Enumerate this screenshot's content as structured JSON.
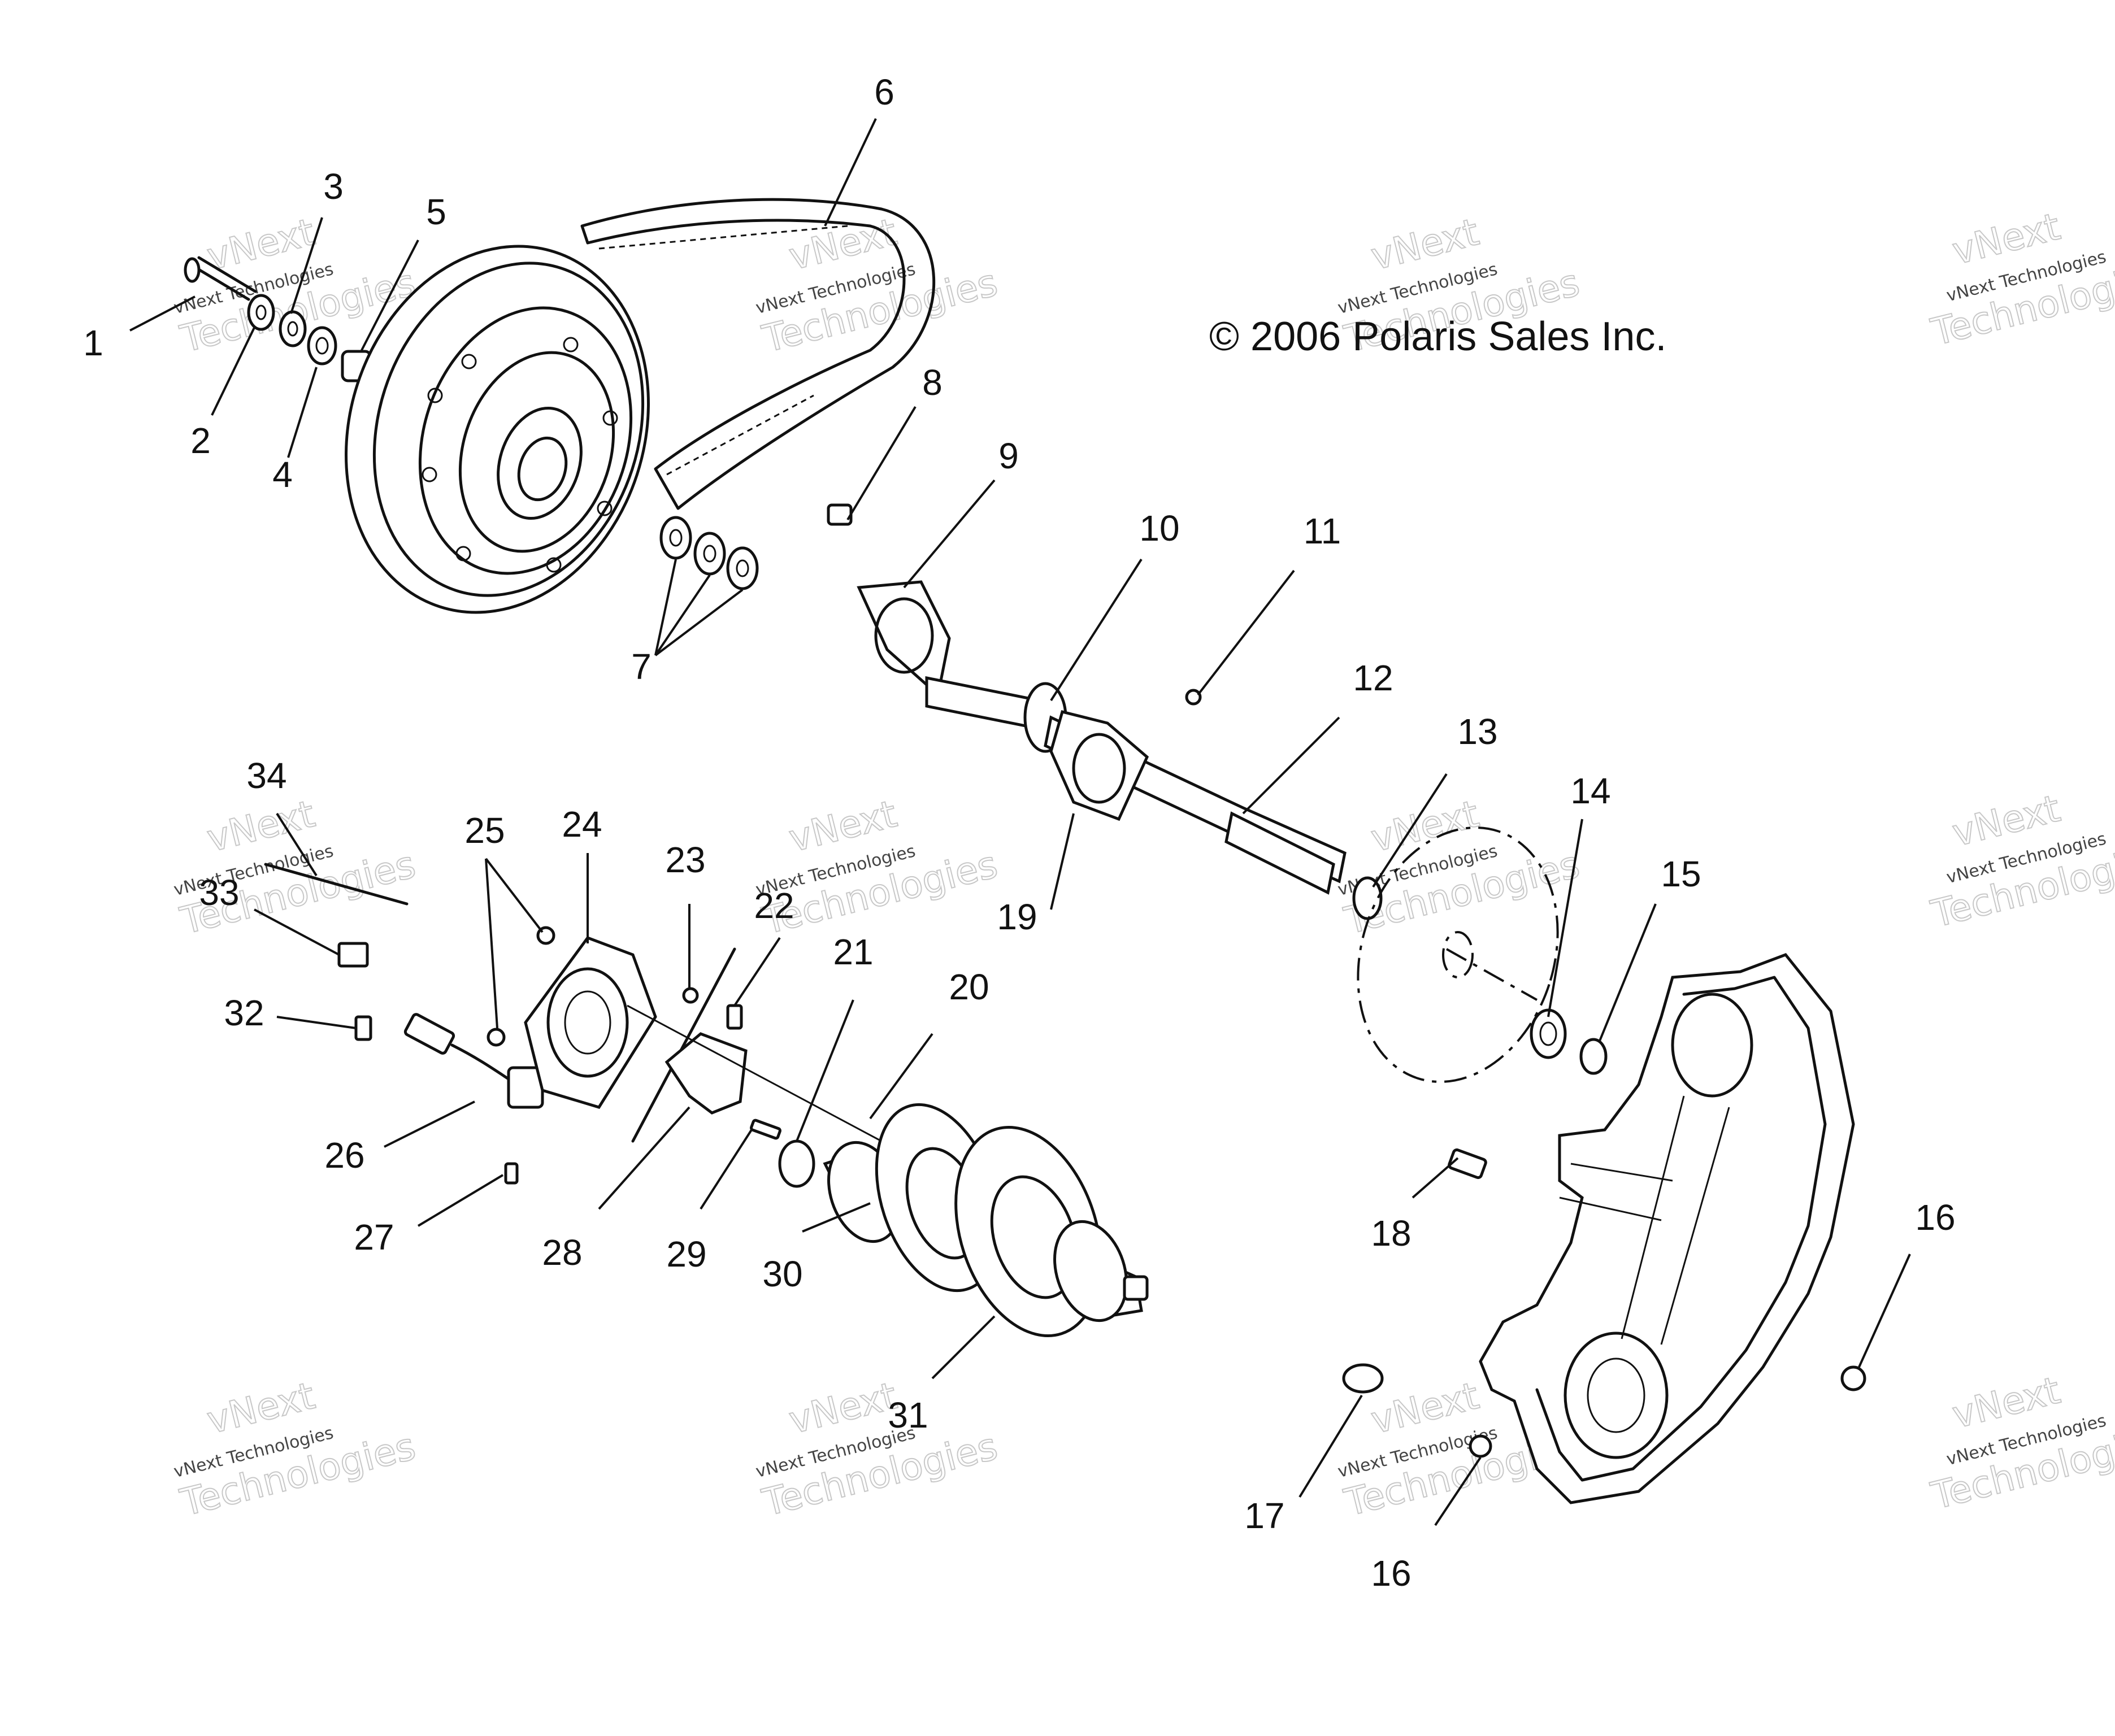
{
  "copyright": "© 2006 Polaris Sales Inc.",
  "watermark": {
    "brand": "vNext",
    "company": "vNext Technologies",
    "word": "Technologies"
  },
  "callouts": [
    "1",
    "2",
    "3",
    "4",
    "5",
    "6",
    "7",
    "8",
    "9",
    "10",
    "11",
    "12",
    "13",
    "14",
    "15",
    "16",
    "17",
    "18",
    "19",
    "20",
    "21",
    "22",
    "23",
    "24",
    "25",
    "26",
    "27",
    "28",
    "29",
    "30",
    "31",
    "32",
    "33",
    "34",
    "16"
  ]
}
